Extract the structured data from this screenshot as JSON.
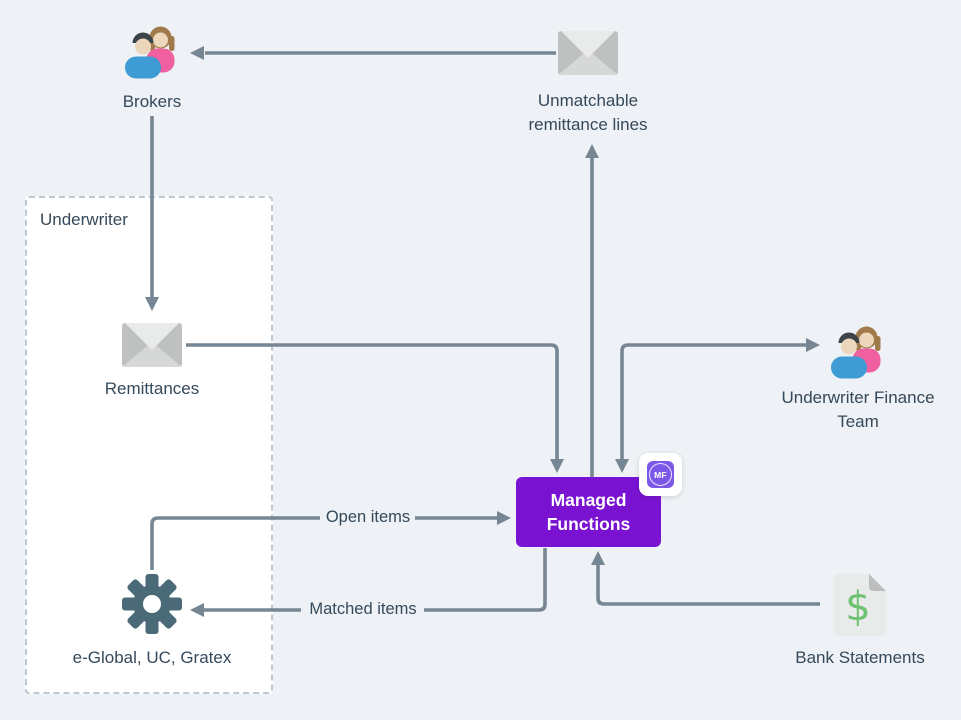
{
  "diagram": {
    "background_color": "#eef1f5",
    "connector_color": "#768692",
    "group": {
      "label": "Underwriter"
    },
    "nodes": {
      "brokers": {
        "label": "Brokers",
        "icon": "people-icon"
      },
      "unmatchable_remittance_lines": {
        "lines": [
          "Unmatchable",
          "remittance lines"
        ],
        "icon": "envelope-icon"
      },
      "remittances": {
        "label": "Remittances",
        "icon": "envelope-icon"
      },
      "eglobal_uc_gratex": {
        "label": "e-Global, UC, Gratex",
        "icon": "gear-icon",
        "icon_color": "#4b6a77"
      },
      "managed_functions": {
        "lines": [
          "Managed",
          "Functions"
        ],
        "fill_color": "#7912d1"
      },
      "managed_functions_badge": {
        "text": "MF",
        "fill_color": "#7c58e8"
      },
      "underwriter_finance_team": {
        "lines": [
          "Underwriter Finance",
          "Team"
        ],
        "icon": "people-icon"
      },
      "bank_statements": {
        "label": "Bank Statements",
        "icon": "dollar-document-icon",
        "dollar_color": "#6cc26e"
      }
    },
    "edge_labels": {
      "open_items": "Open items",
      "matched_items": "Matched items"
    },
    "people_icon_colors": {
      "front_shirt": "#3f9bd3",
      "back_shirt": "#f05f9f"
    }
  }
}
